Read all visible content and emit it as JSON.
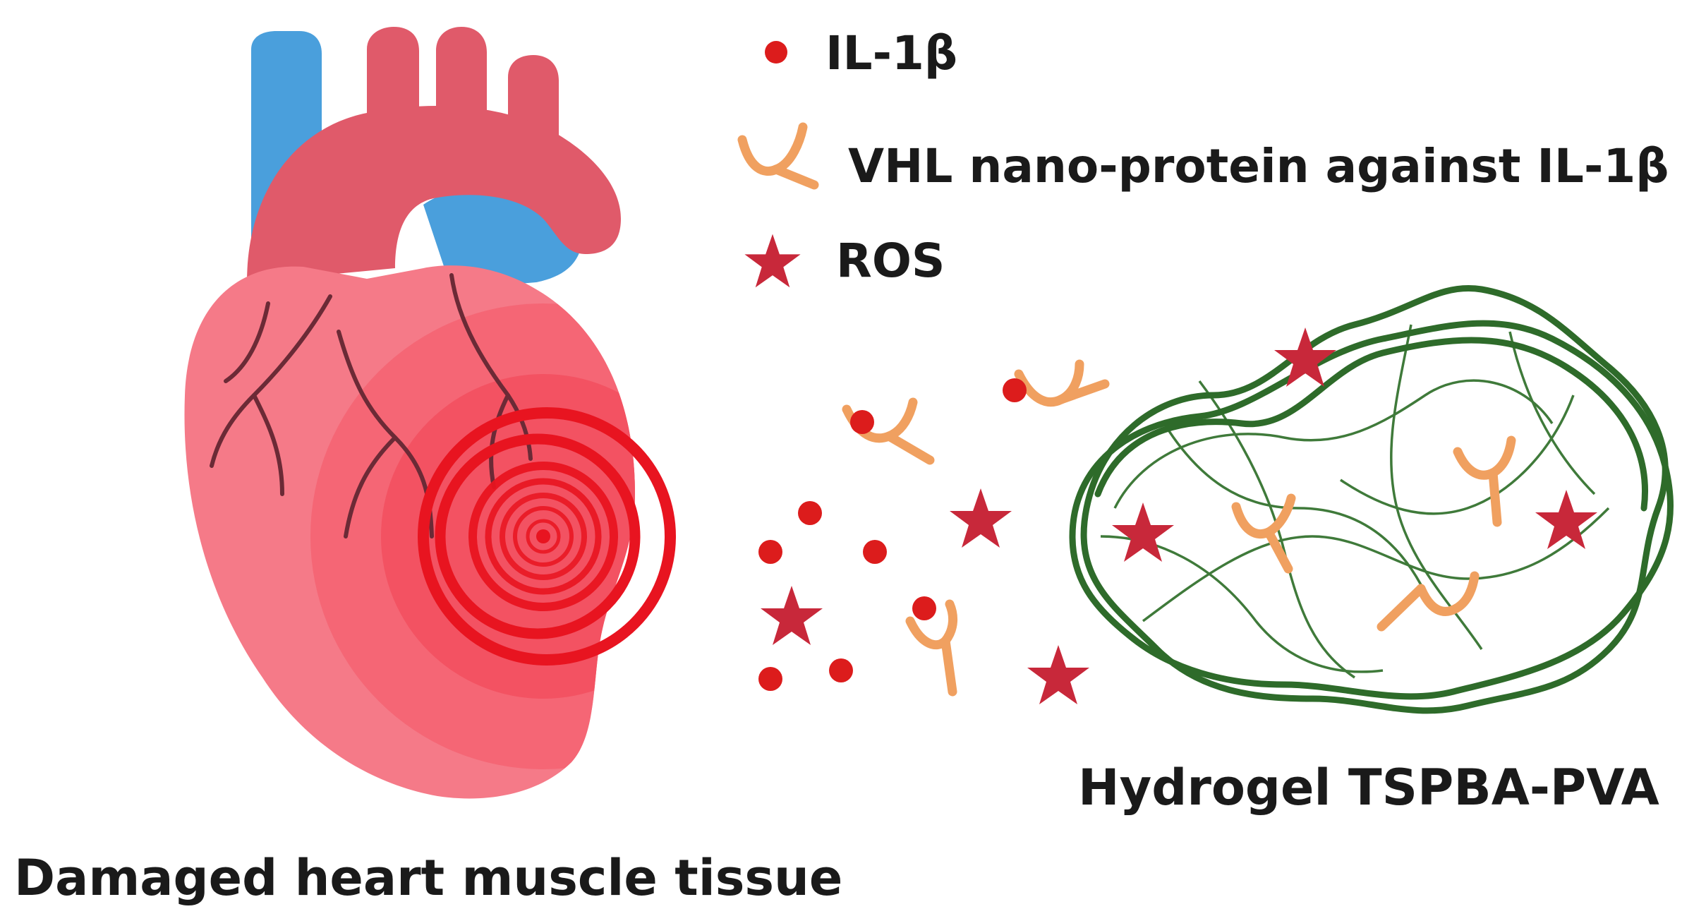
{
  "legend": {
    "il1b_label": "IL-1β",
    "vhl_label": "VHL nano-protein against IL-1β",
    "ros_label": "ROS"
  },
  "captions": {
    "heart": "Damaged heart muscle tissue",
    "hydrogel": "Hydrogel TSPBA-PVA"
  },
  "colors": {
    "il1b": "#dc1c1c",
    "ros": "#c8283a",
    "nano_protein": "#f0a060",
    "hydrogel": "#2e6b2a",
    "heart_body": "#f57a88",
    "aorta": "#e05a6a",
    "vein": "#4a9fdc",
    "damage": "#e81420"
  },
  "icons": {
    "il1b": "red-dot-icon",
    "vhl": "y-shaped-protein-icon",
    "ros": "star-icon"
  }
}
